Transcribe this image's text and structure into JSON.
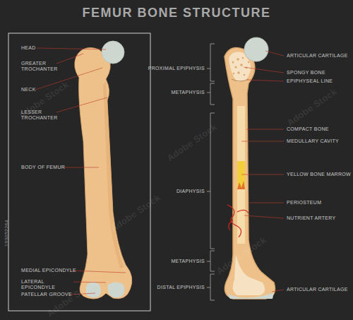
{
  "diagram": {
    "title": "FEMUR BONE STRUCTURE",
    "labels": [
      "HEAD",
      "GREATER TROCHANTER",
      "NECK",
      "LESSER TROCHANTER",
      "BODY OF FEMUR",
      "MEDIAL EPICONDYLE",
      "LATERAL EPICONDYLE",
      "PATELLAR GROOVE",
      "PROXIMAL EPIPHYSIS",
      "METAPHYSIS",
      "DIAPHYSIS",
      "METAPHYSIS",
      "DISTAL EPIPHYSIS",
      "ARTICULAR CARTILAGE",
      "SPONGY BONE",
      "EPIPHYSEAL LINE",
      "COMPACT BONE",
      "MEDULLARY CAVITY",
      "YELLOW BONE MARROW",
      "PERIOSTEUM",
      "NUTRIENT ARTERY",
      "ARTICULAR CARTILAGE",
      "193052264",
      "Adobe Stock",
      "Adobe Stock",
      "Adobe Stock",
      "Adobe Stock",
      "Adobe Stock",
      "Adobe Stock"
    ]
  }
}
